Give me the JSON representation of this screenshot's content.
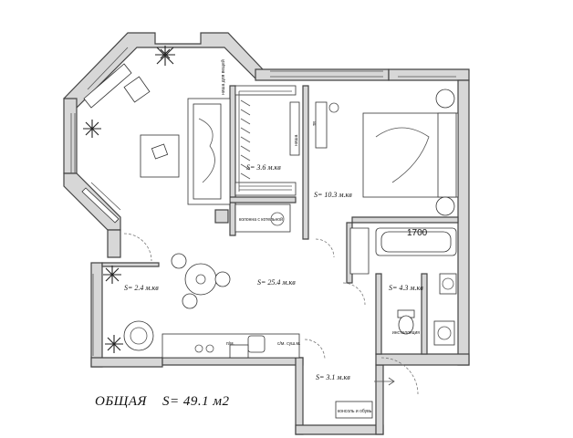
{
  "plan": {
    "total_label": "ОБЩАЯ",
    "total_area": "S=  49.1  м2",
    "dimension": "1700",
    "rooms": [
      {
        "id": "wardrobe",
        "area": "S= 3.6 м.кв"
      },
      {
        "id": "bedroom",
        "area": "S= 10.3 м.кв"
      },
      {
        "id": "living",
        "area": "S= 25.4 м.кв"
      },
      {
        "id": "bathroom",
        "area": "S= 4.3 м.кв"
      },
      {
        "id": "balcony",
        "area": "S= 2.4 м.кв"
      },
      {
        "id": "hall",
        "area": "S= 3.1 м.кв"
      }
    ],
    "labels": {
      "boiler": "колонна с котельной",
      "dishwasher": "п/м.",
      "washer": "с/м.\nсуш.м.",
      "shoes": "консоль и обувь",
      "installation": "инсталляция",
      "tv": "тв",
      "shelf": "ниша",
      "wardrobe_niche": "ниша для вещей"
    },
    "colors": {
      "wall": "#d7d7d7",
      "line": "#444444"
    },
    "icons": [
      "plant-icon",
      "bed-icon",
      "sofa-icon",
      "armchair-icon",
      "table-icon",
      "toilet-icon",
      "bathtub-icon",
      "sink-icon",
      "window-icon",
      "door-icon"
    ]
  }
}
